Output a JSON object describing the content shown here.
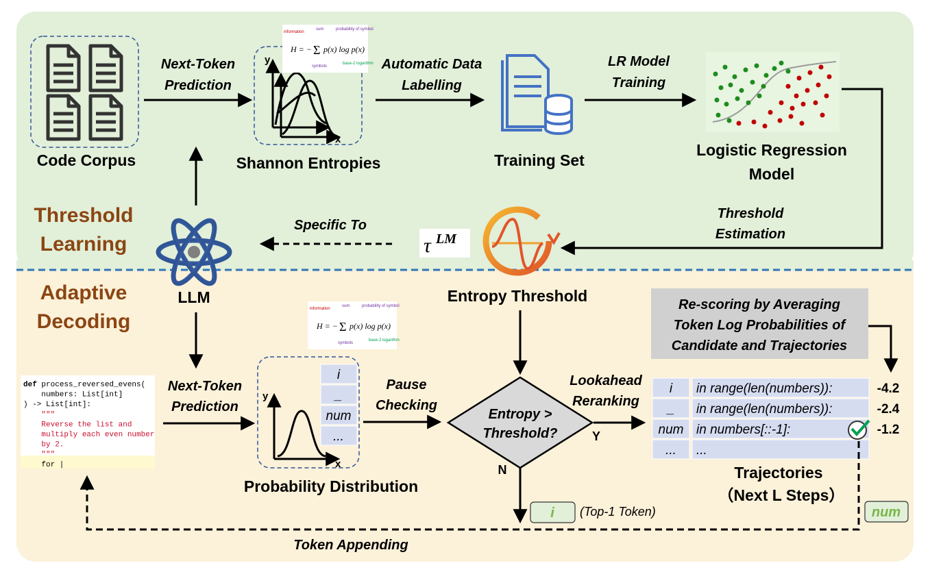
{
  "sections": {
    "top_label_line1": "Threshold",
    "top_label_line2": "Learning",
    "bottom_label_line1": "Adaptive",
    "bottom_label_line2": "Decoding"
  },
  "top_flow": {
    "code_corpus": "Code Corpus",
    "next_token_line1": "Next-Token",
    "next_token_line2": "Prediction",
    "shannon": "Shannon Entropies",
    "auto_line1": "Automatic Data",
    "auto_line2": "Labelling",
    "training_set": "Training Set",
    "lr_line1": "LR Model",
    "lr_line2": "Training",
    "logreg_line1": "Logistic Regression",
    "logreg_line2": "Model",
    "thr_est_line1": "Threshold",
    "thr_est_line2": "Estimation",
    "specific_to": "Specific To",
    "tau": "τ",
    "tau_sup": "LM",
    "entropy_threshold": "Entropy Threshold",
    "llm": "LLM"
  },
  "formula": {
    "lhs": "H = −",
    "sum": "Σ",
    "sub": "x",
    "rhs": "p(x) log p(x)",
    "ann_information": "information",
    "ann_sum": "sum",
    "ann_prob": "probability of symbol",
    "ann_symbols": "symbols",
    "ann_base": "base-2 logarithm"
  },
  "axes": {
    "x": "x",
    "y": "y"
  },
  "bottom_flow": {
    "next_token_line1": "Next-Token",
    "next_token_line2": "Prediction",
    "prob_dist": "Probability Distribution",
    "tokens": [
      "i",
      "_",
      "num",
      "..."
    ],
    "pause_line1": "Pause",
    "pause_line2": "Checking",
    "decision_line1": "Entropy >",
    "decision_line2": "Threshold?",
    "yes": "Y",
    "no": "N",
    "lookahead_line1": "Lookahead",
    "lookahead_line2": "Reranking",
    "rescoring_line1": "Re-scoring by Averaging",
    "rescoring_line2": "Token Log Probabilities of",
    "rescoring_line3": "Candidate and Trajectories",
    "trajectories": [
      {
        "token": "i",
        "text": "in range(len(numbers)):",
        "score": "-4.2"
      },
      {
        "token": "_",
        "text": "in range(len(numbers)):",
        "score": "-2.4"
      },
      {
        "token": "num",
        "text": "in numbers[::-1]:",
        "score": "-1.2"
      },
      {
        "token": "...",
        "text": "...",
        "score": ""
      }
    ],
    "traj_title_line1": "Trajectories",
    "traj_title_line2": "（Next L Steps）",
    "top1_token": "i",
    "top1_label": "(Top-1 Token)",
    "num_badge": "num",
    "token_appending": "Token Appending"
  },
  "code": {
    "lines": [
      {
        "kw": "def",
        "rest": " process_reversed_evens("
      },
      {
        "kw": "",
        "rest": "    numbers: List[int]"
      },
      {
        "kw": "",
        "rest": ") -> List[int]:"
      },
      {
        "kw": "",
        "rest": "    \"\"\""
      },
      {
        "kw": "",
        "rest": "    Reverse the list and"
      },
      {
        "kw": "",
        "rest": "    multiply each even number"
      },
      {
        "kw": "",
        "rest": "    by 2."
      },
      {
        "kw": "",
        "rest": "    \"\"\""
      },
      {
        "kw": "",
        "rest": "    for |"
      }
    ]
  },
  "colors": {
    "top_bg": "#e2efd9",
    "bottom_bg": "#fcf1d9",
    "section_label": "#8b4513",
    "divider": "#2e75b6",
    "green_dot": "#1e8b1e",
    "red_dot": "#c00000",
    "token_box": "#d6dcf0",
    "rescore_box": "#d0d0d0",
    "num_green": "#7ab648"
  }
}
